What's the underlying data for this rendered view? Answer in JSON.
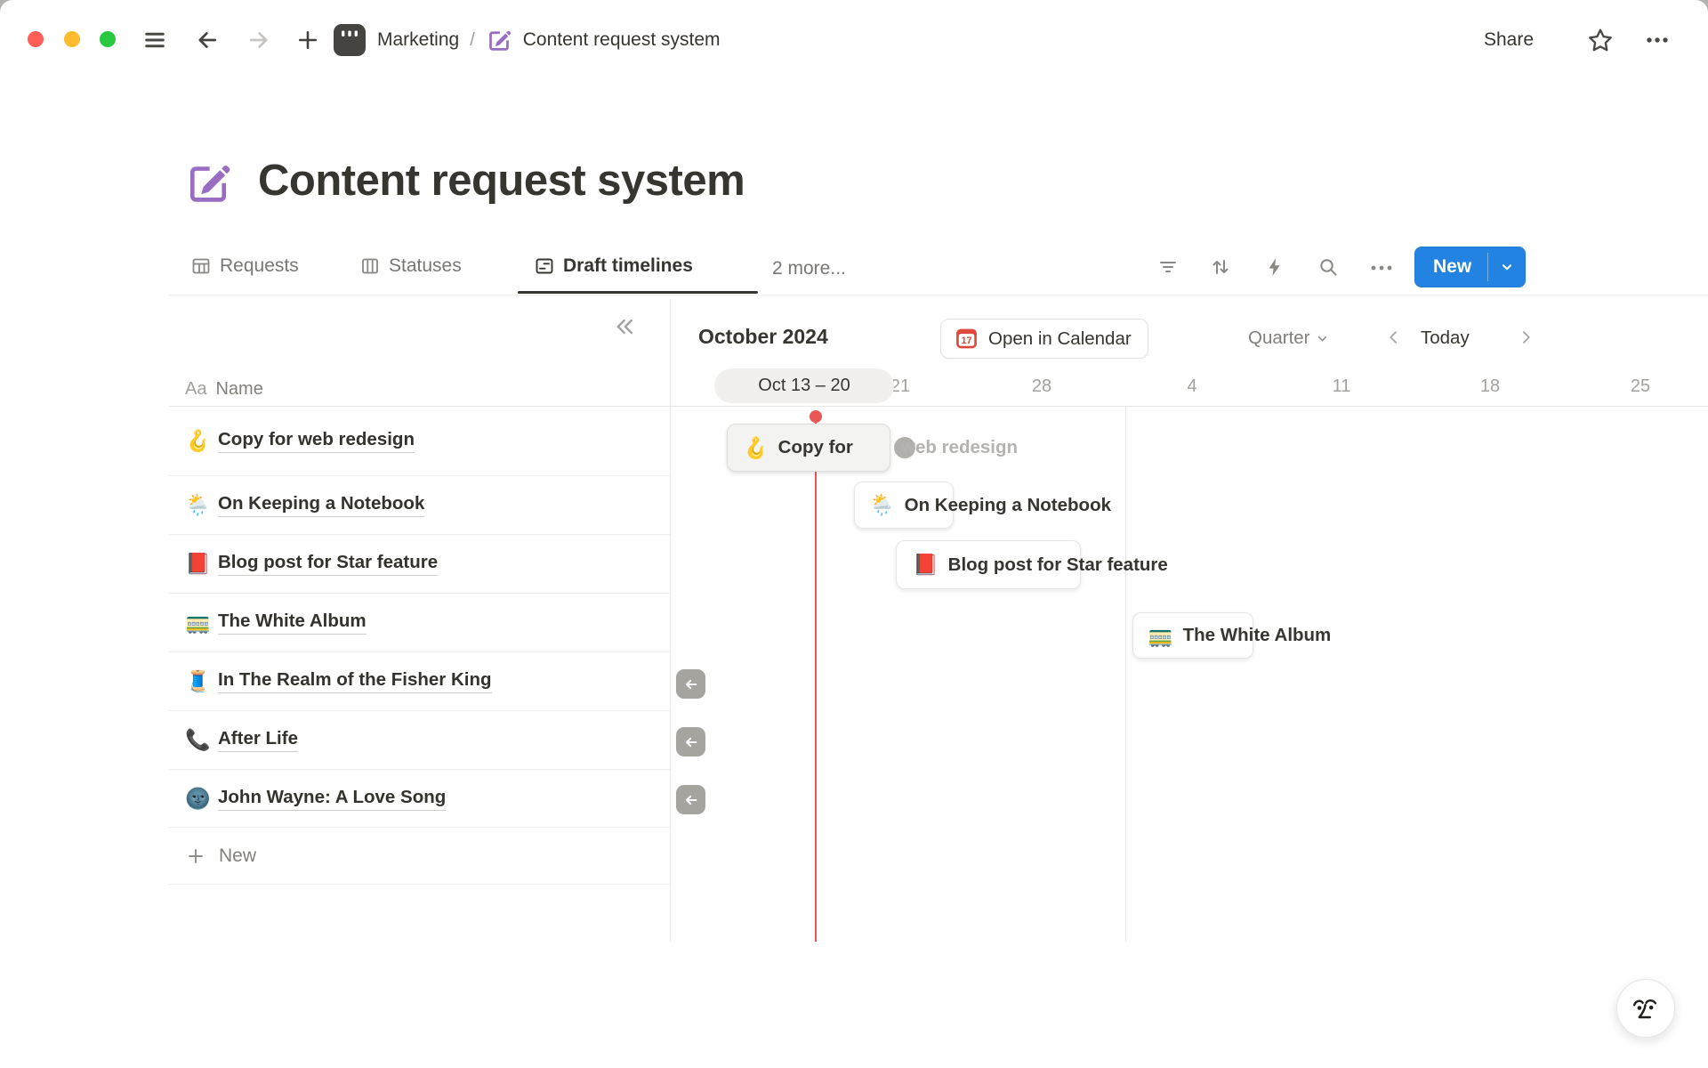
{
  "topbar": {
    "breadcrumb": {
      "workspace": "Marketing",
      "separator": "/",
      "page": "Content request system"
    },
    "share_label": "Share"
  },
  "page": {
    "icon": "pencil-edit-purple",
    "title": "Content request system"
  },
  "tabs": {
    "items": [
      {
        "label": "Requests",
        "icon": "table-icon",
        "active": false
      },
      {
        "label": "Statuses",
        "icon": "board-icon",
        "active": false
      },
      {
        "label": "Draft timelines",
        "icon": "timeline-icon",
        "active": true
      },
      {
        "label": "2 more...",
        "icon": null,
        "active": false
      }
    ]
  },
  "view_toolbar": {
    "new_label": "New"
  },
  "panel": {
    "name_header": {
      "type_badge": "Aa",
      "label": "Name"
    },
    "rows": [
      {
        "emoji": "🪝",
        "title": "Copy for web redesign"
      },
      {
        "emoji": "🌦️",
        "title": "On Keeping a Notebook"
      },
      {
        "emoji": "📕",
        "title": "Blog post for Star feature"
      },
      {
        "emoji": "🚃",
        "title": "The White Album"
      },
      {
        "emoji": "🧵",
        "title": "In The Realm of the Fisher King"
      },
      {
        "emoji": "📞",
        "title": "After Life"
      },
      {
        "emoji": "🌚",
        "title": "John Wayne: A Love Song"
      }
    ],
    "new_label": "New"
  },
  "timeline": {
    "month_label": "October 2024",
    "open_in_calendar": {
      "label": "Open in Calendar",
      "calendar_day": "17"
    },
    "zoom_select_value": "Quarter",
    "today_label": "Today",
    "current_week_pill": "Oct 13 – 20",
    "week_labels": [
      "21",
      "28",
      "4",
      "11",
      "18",
      "25"
    ],
    "bars": [
      {
        "emoji": "🪝",
        "title": "Copy for web redesign",
        "inside_text": "Copy for",
        "overflow_text": "web redesign"
      },
      {
        "emoji": "🌦️",
        "title": "On Keeping a Notebook"
      },
      {
        "emoji": "📕",
        "title": "Blog post for Star feature"
      },
      {
        "emoji": "🚃",
        "title": "The White Album"
      }
    ],
    "offscreen_left_arrows": 3
  },
  "colors": {
    "accent_blue": "#2383e2",
    "today_red": "#eb5757",
    "calendar_red": "#dd4a3d",
    "page_icon_purple": "#9a6dc4"
  }
}
